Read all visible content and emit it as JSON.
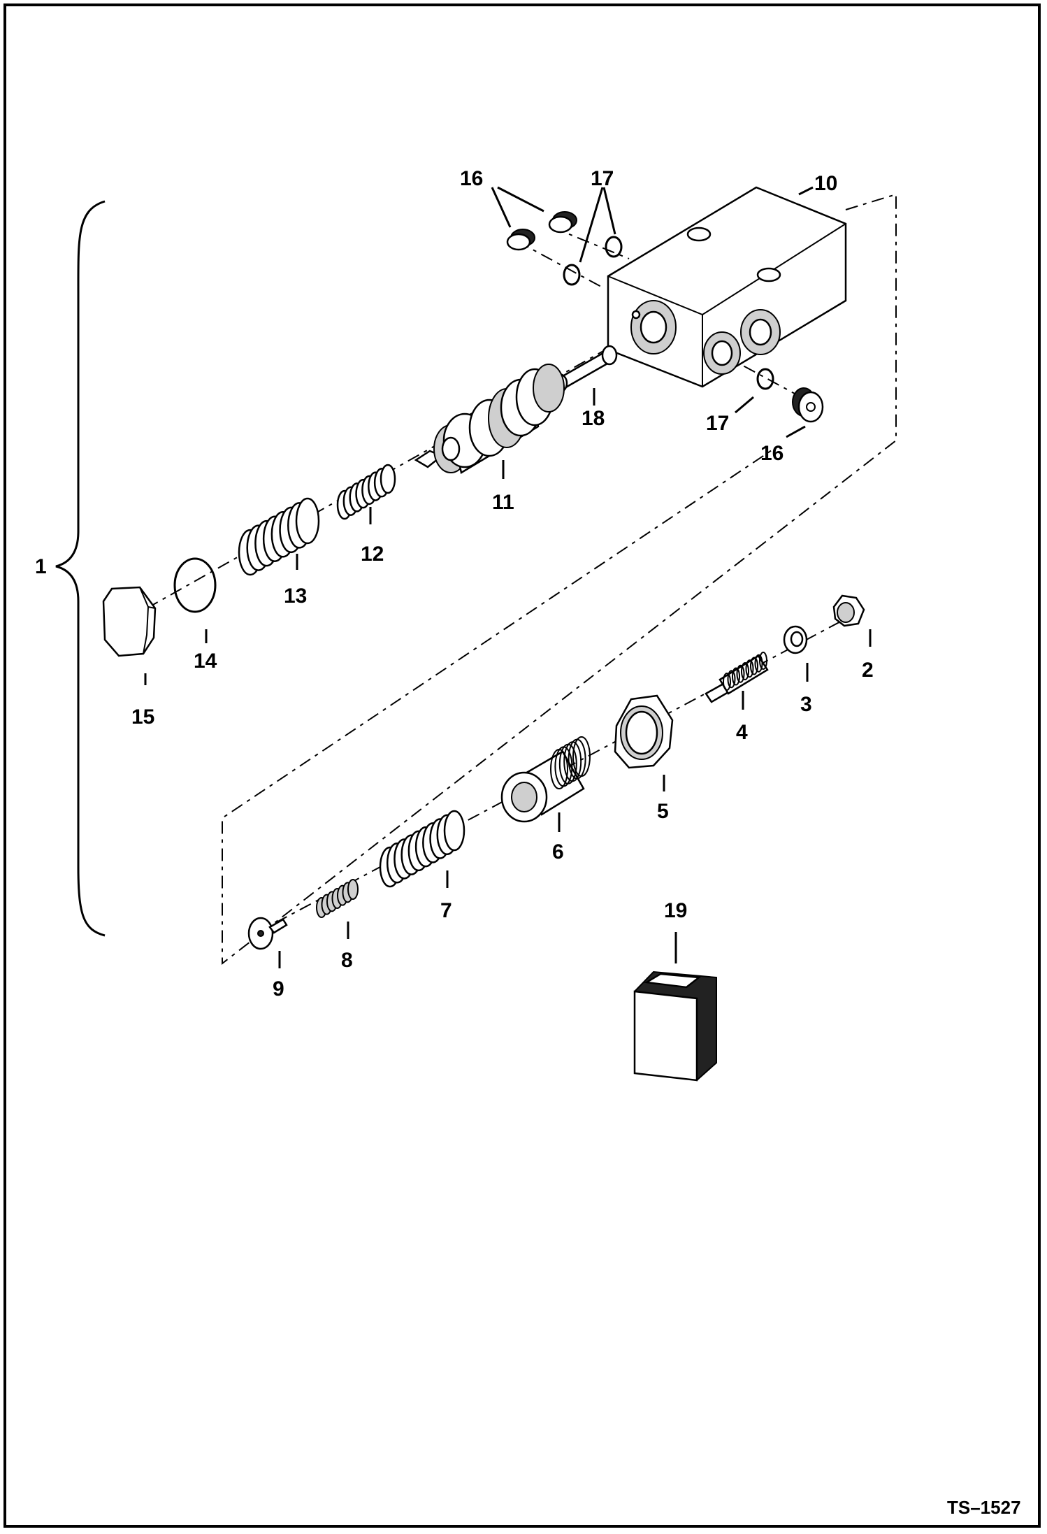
{
  "document_id": "TS–1527",
  "labels": {
    "l1": "1",
    "l2": "2",
    "l3": "3",
    "l4": "4",
    "l5": "5",
    "l6": "6",
    "l7": "7",
    "l8": "8",
    "l9": "9",
    "l10": "10",
    "l11": "11",
    "l12": "12",
    "l13": "13",
    "l14": "14",
    "l15": "15",
    "l16a": "16",
    "l16b": "16",
    "l17a": "17",
    "l17b": "17",
    "l18": "18",
    "l19": "19"
  }
}
